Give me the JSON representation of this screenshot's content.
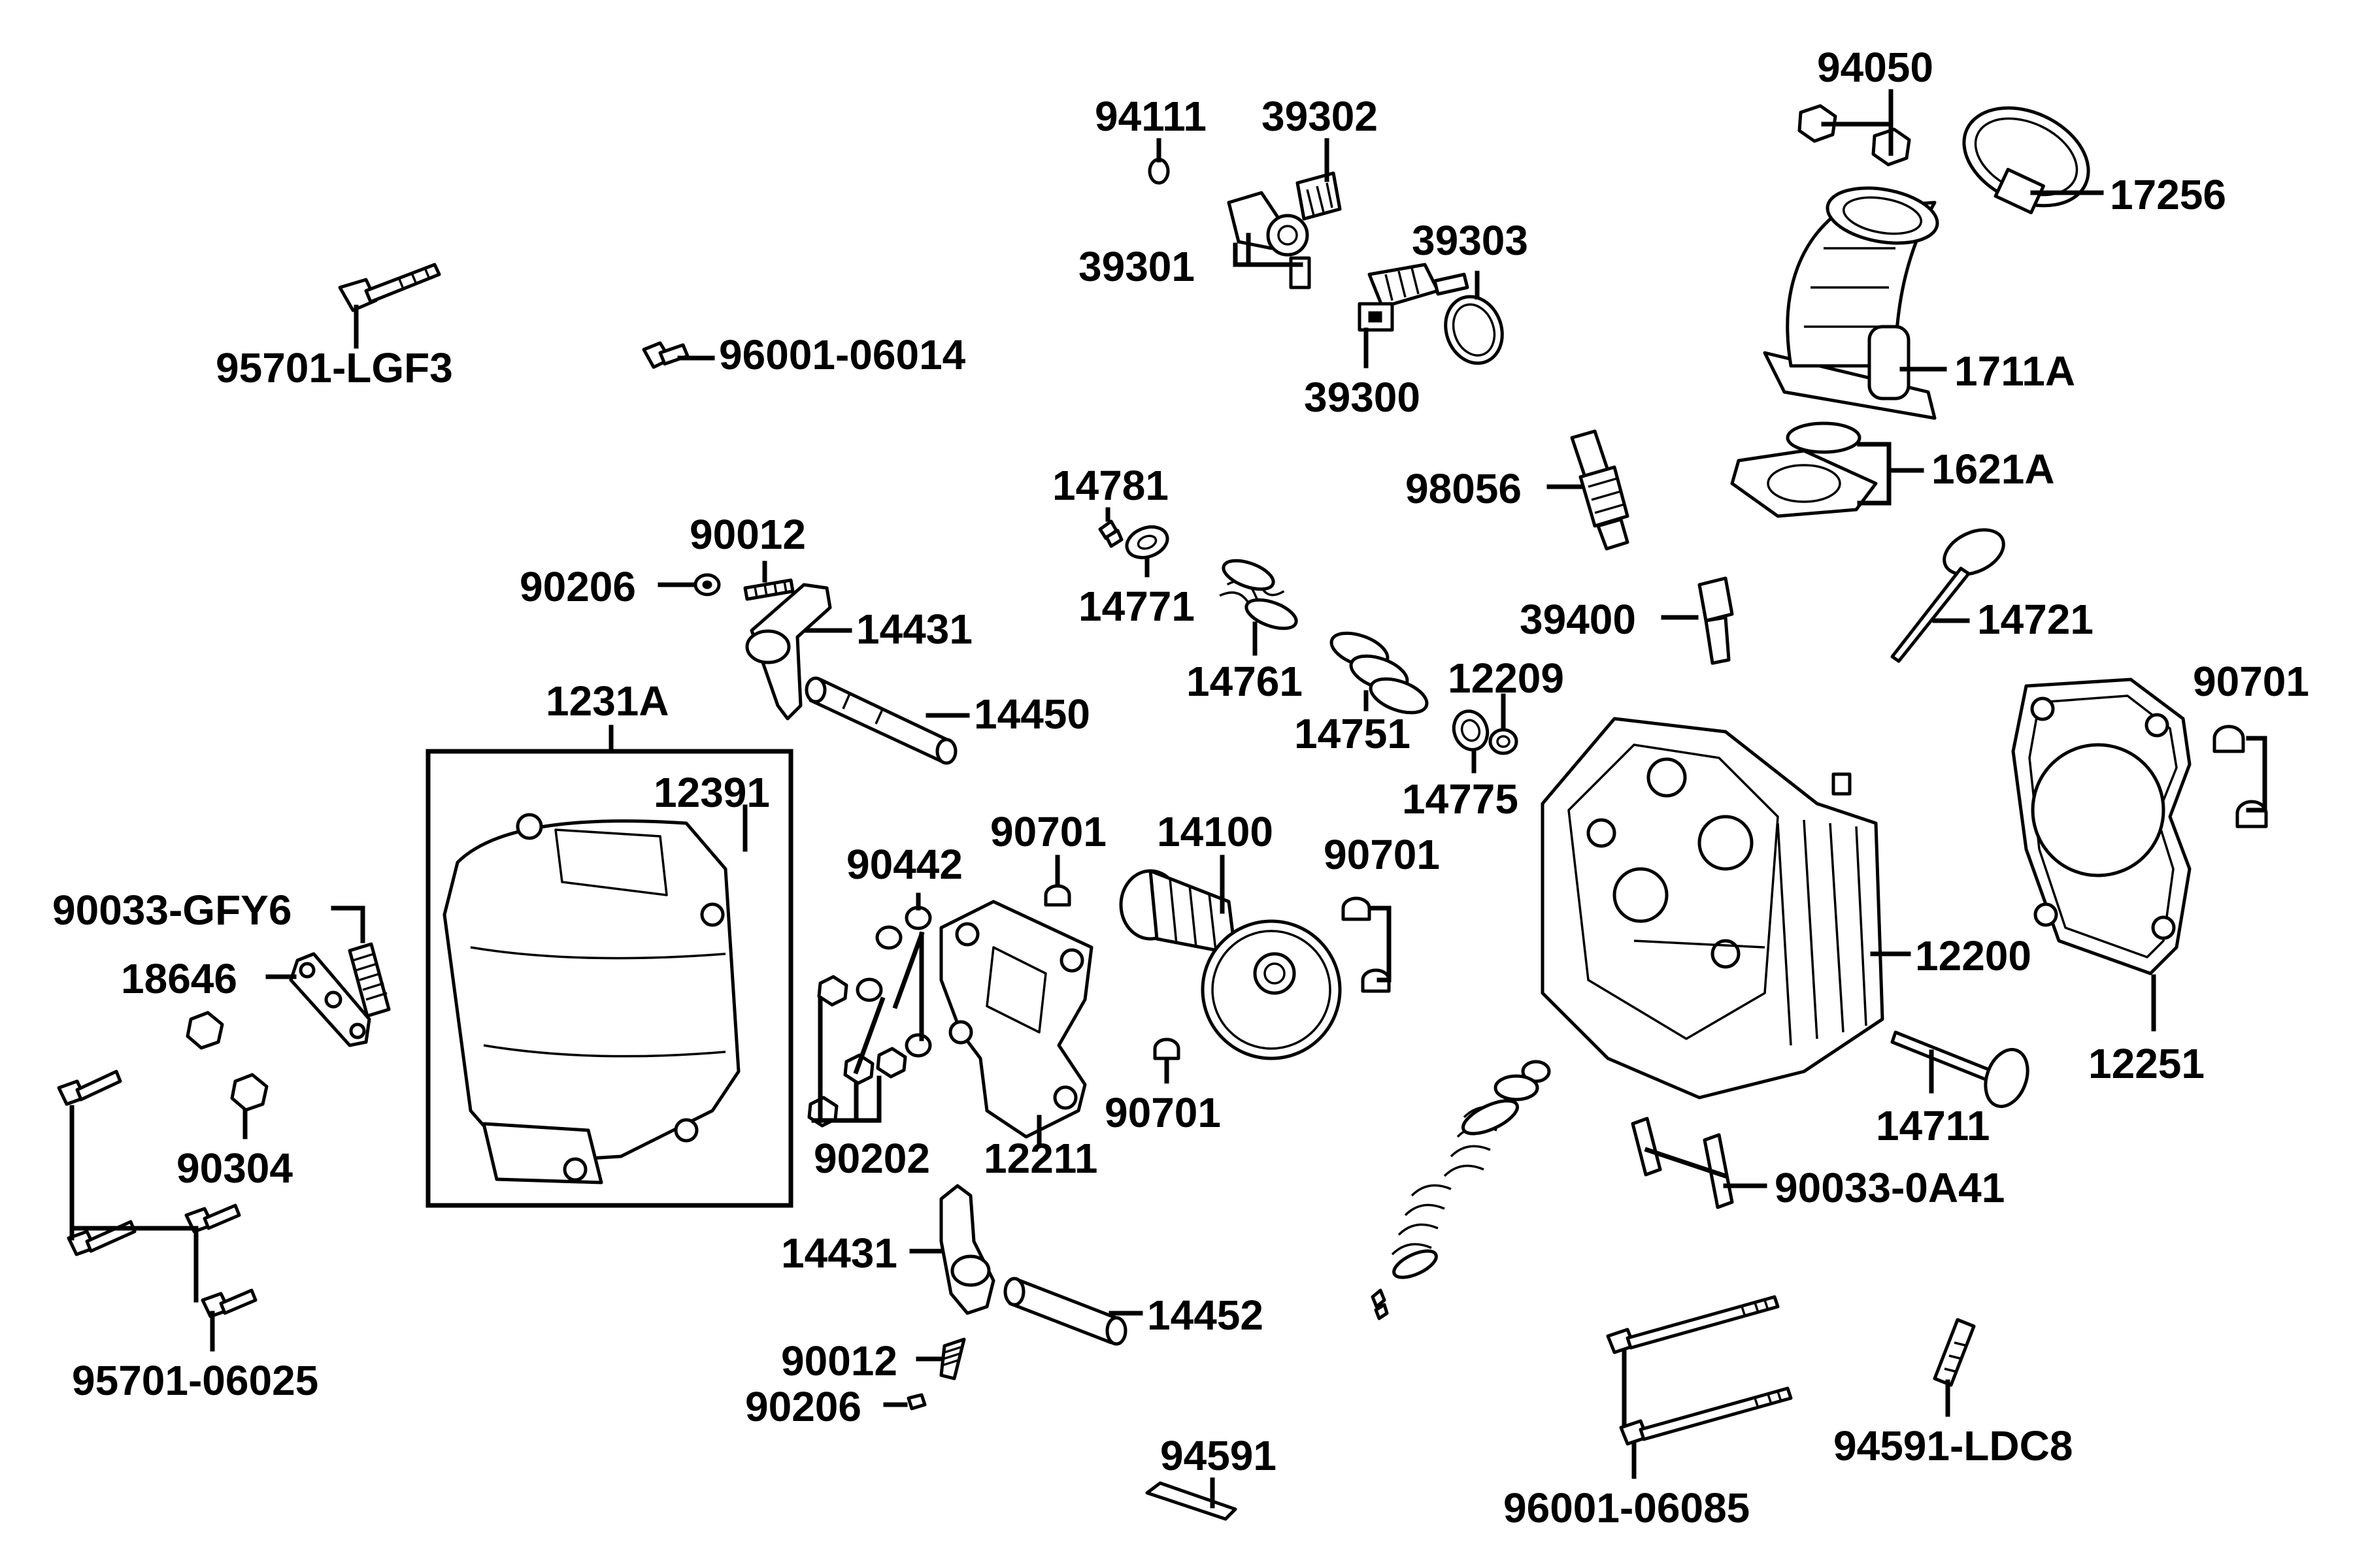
{
  "diagram": {
    "labels": {
      "p94050": "94050",
      "p17256": "17256",
      "p1711A": "1711A",
      "p1621A": "1621A",
      "p94111": "94111",
      "p39302": "39302",
      "p39301": "39301",
      "p39303": "39303",
      "p39300": "39300",
      "p95701_LGF3": "95701-LGF3",
      "p96001_06014": "96001-06014",
      "p98056": "98056",
      "p14781": "14781",
      "p14771": "14771",
      "p14761": "14761",
      "p14751": "14751",
      "p90012_top": "90012",
      "p90206_top": "90206",
      "p14431_top": "14431",
      "p14450": "14450",
      "p39400": "39400",
      "p14721": "14721",
      "p12209": "12209",
      "p14775": "14775",
      "p90701_right": "90701",
      "p1231A": "1231A",
      "p12391": "12391",
      "p90442": "90442",
      "p90701_a": "90701",
      "p14100": "14100",
      "p90701_b": "90701",
      "p90033_GFY6": "90033-GFY6",
      "p18646": "18646",
      "p12200": "12200",
      "p12251": "12251",
      "p90304": "90304",
      "p90202": "90202",
      "p12211": "12211",
      "p90701_c": "90701",
      "p14711": "14711",
      "p90033_0A41": "90033-0A41",
      "p14431_bot": "14431",
      "p14452": "14452",
      "p95701_06025": "95701-06025",
      "p90012_bot": "90012",
      "p90206_bot": "90206",
      "p94591": "94591",
      "p96001_06085": "96001-06085",
      "p94591_LDC8": "94591-LDC8"
    }
  }
}
